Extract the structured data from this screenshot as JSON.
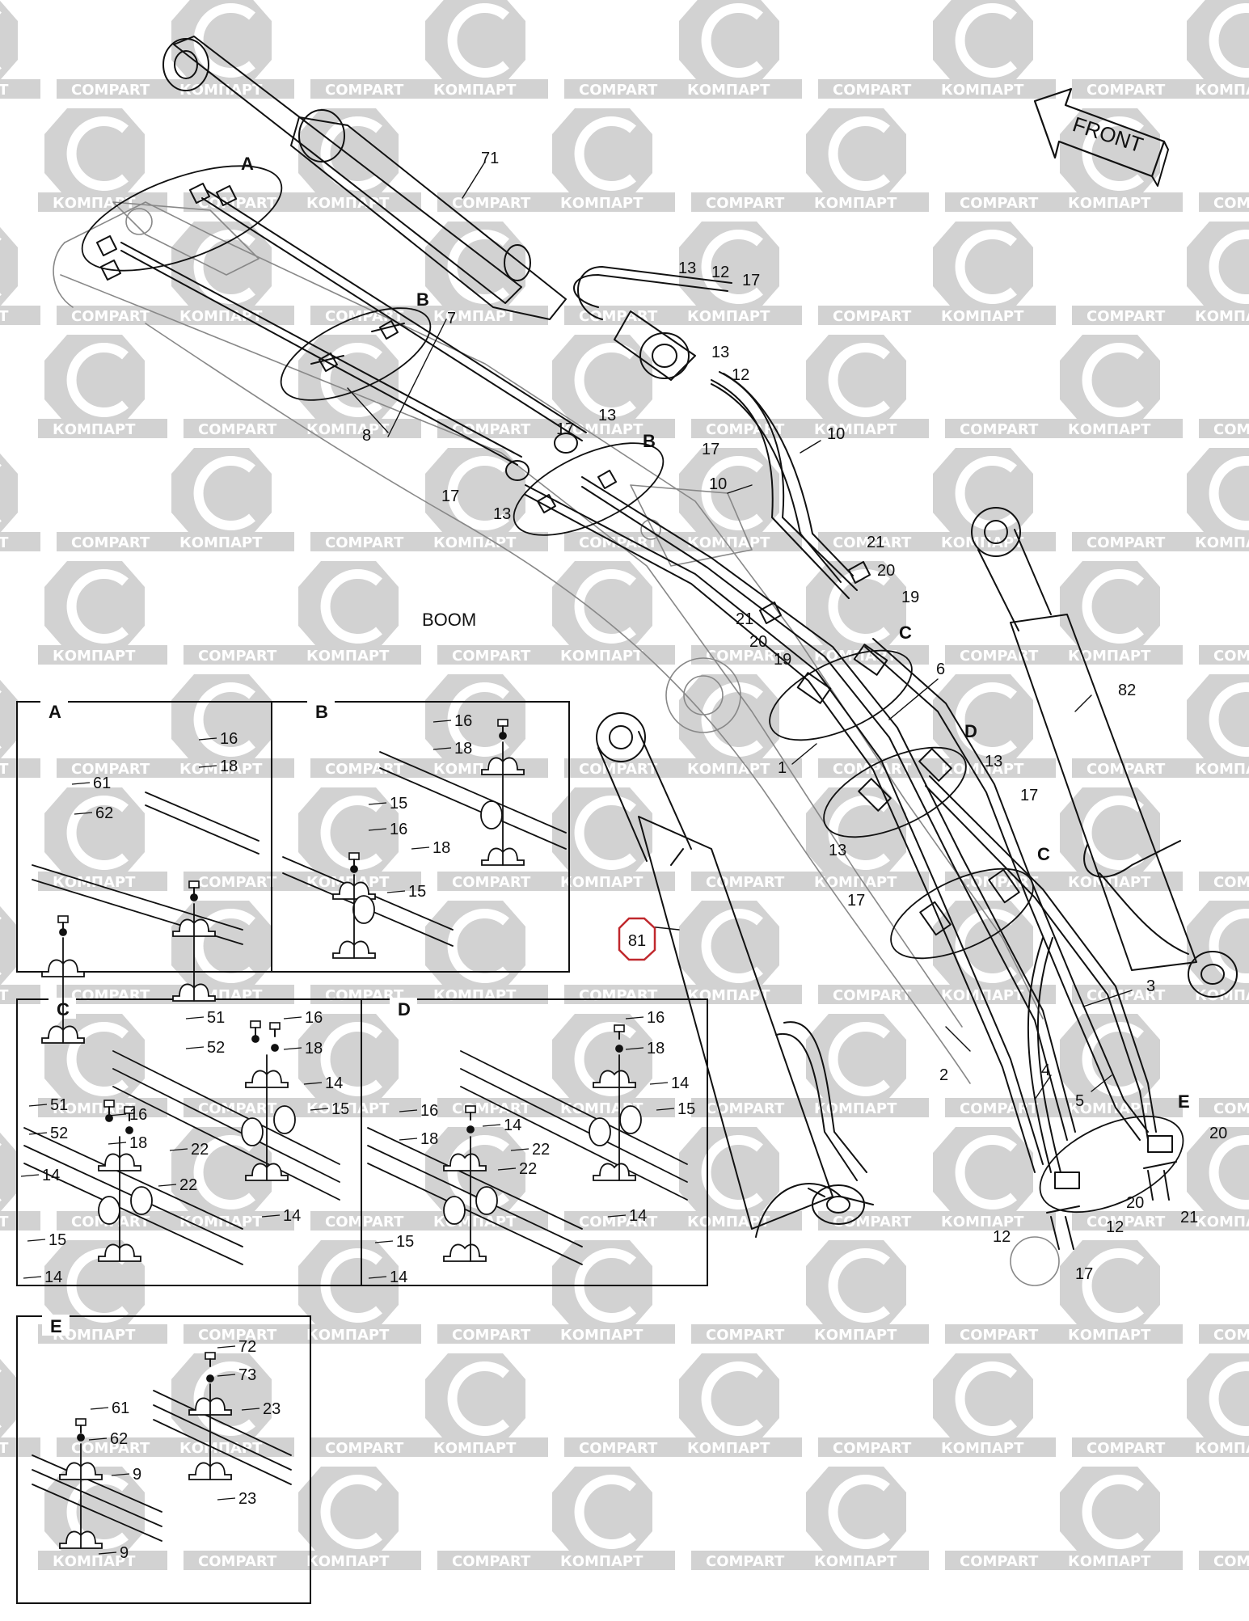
{
  "watermark": {
    "text_cyrillic": "КОМПАРТ",
    "text_latin": "COMPART",
    "color": "#d2d2d2"
  },
  "main": {
    "front_label": "FRONT",
    "boom_label": "BOOM",
    "section_letters": [
      "A",
      "B",
      "B",
      "C",
      "D",
      "C",
      "E"
    ],
    "callouts": [
      "71",
      "13",
      "12",
      "17",
      "13",
      "12",
      "17",
      "7",
      "8",
      "17",
      "13",
      "17",
      "13",
      "10",
      "10",
      "21",
      "20",
      "19",
      "21",
      "20",
      "19",
      "6",
      "1",
      "13",
      "17",
      "13",
      "17",
      "82",
      "3",
      "2",
      "4",
      "5",
      "12",
      "12",
      "17",
      "20",
      "20",
      "21"
    ],
    "highlighted_part": "81",
    "highlight_color": "#c0282d"
  },
  "details": {
    "A": {
      "title": "A",
      "labels": [
        "16",
        "18",
        "61",
        "62"
      ]
    },
    "B": {
      "title": "B",
      "labels": [
        "16",
        "18",
        "15",
        "16",
        "18",
        "15"
      ]
    },
    "C": {
      "title": "C",
      "labels": [
        "51",
        "52",
        "16",
        "18",
        "14",
        "15",
        "22",
        "14",
        "51",
        "52",
        "16",
        "18",
        "14",
        "22",
        "15",
        "14"
      ]
    },
    "D": {
      "title": "D",
      "labels": [
        "16",
        "18",
        "14",
        "15",
        "22",
        "14",
        "16",
        "18",
        "14",
        "22",
        "15",
        "14"
      ]
    },
    "E": {
      "title": "E",
      "labels": [
        "72",
        "73",
        "23",
        "23",
        "61",
        "62",
        "9",
        "9"
      ]
    }
  }
}
